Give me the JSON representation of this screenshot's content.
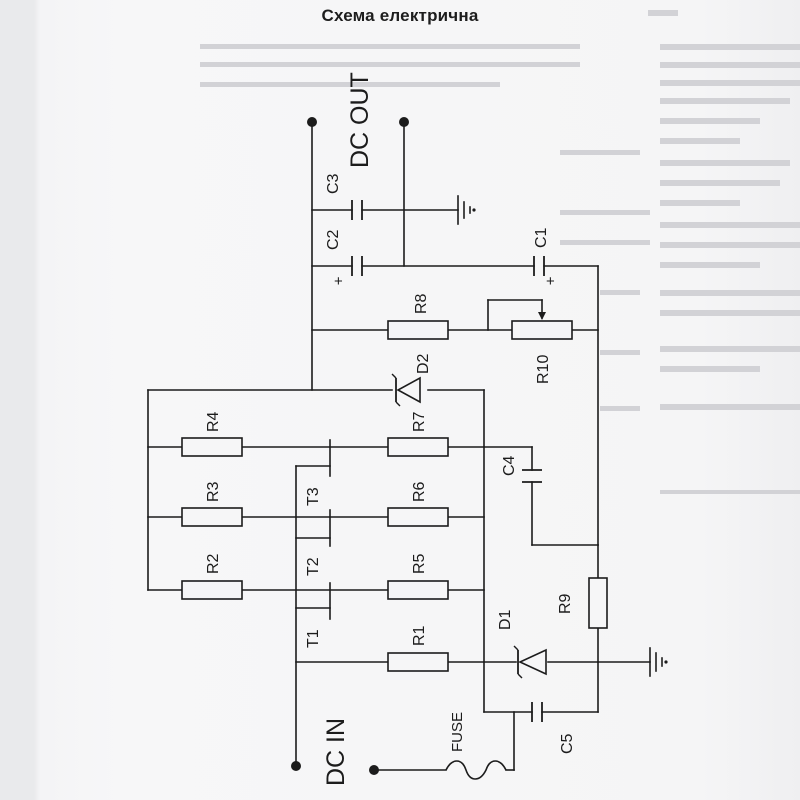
{
  "title": "Схема електрична",
  "labels": {
    "dc_out": "DC OUT",
    "dc_in": "DC IN",
    "fuse": "FUSE",
    "c1": "C1",
    "c2": "C2",
    "c3": "C3",
    "c4": "C4",
    "c5": "C5",
    "r1": "R1",
    "r2": "R2",
    "r3": "R3",
    "r4": "R4",
    "r5": "R5",
    "r6": "R6",
    "r7": "R7",
    "r8": "R8",
    "r9": "R9",
    "r10": "R10",
    "d1": "D1",
    "d2": "D2",
    "t1": "T1",
    "t2": "T2",
    "t3": "T3",
    "plus": "+"
  },
  "colors": {
    "ink": "#1c1c1c",
    "paper": "#f6f6f7",
    "ghost": "#c9c9cc"
  },
  "icons": [
    "ground-icon",
    "diode-icon",
    "resistor-icon",
    "capacitor-icon",
    "transistor-icon",
    "fuse-icon",
    "potentiometer-icon"
  ]
}
